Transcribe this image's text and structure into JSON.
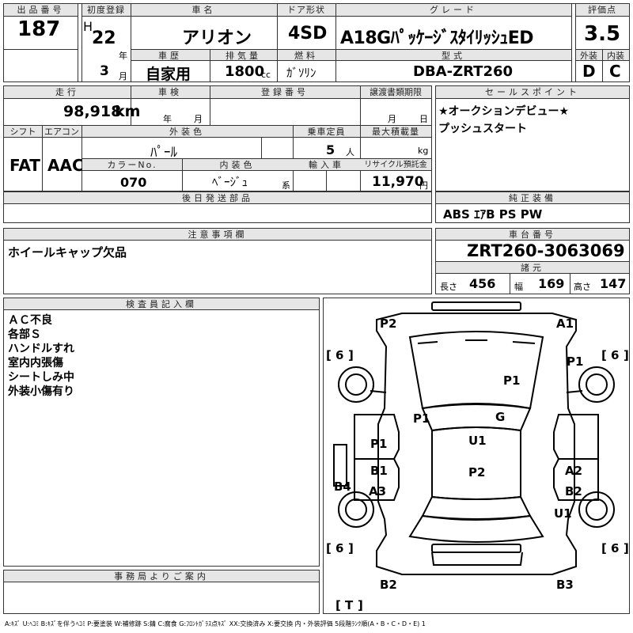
{
  "top": {
    "lot_no_label": "出品番号",
    "lot_no": "187",
    "first_reg_label": "初度登録",
    "era": "H",
    "year": "22",
    "year_unit": "年",
    "month": "3",
    "month_unit": "月",
    "model_label": "車名",
    "model": "アリオン",
    "door_label": "ドア形状",
    "door": "4SD",
    "grade_label": "グレード",
    "grade": "A18GﾊﾟｯｹｰｼﾞｽﾀｲﾘｯｼｭED",
    "score_label": "評価点",
    "score": "3.5",
    "history_label": "車歴",
    "history": "自家用",
    "displacement_label": "排気量",
    "displacement": "1800",
    "displacement_unit": "cc",
    "fuel_label": "燃料",
    "fuel": "ｶﾞｿﾘﾝ",
    "type_label": "型式",
    "type": "DBA-ZRT260",
    "exterior_label": "外装",
    "exterior": "D",
    "interior_label": "内装",
    "interior": "C"
  },
  "mid": {
    "mileage_label": "走行",
    "mileage": "98,918",
    "mileage_unit": "km",
    "inspection_label": "車検",
    "insp_year": "年",
    "insp_month": "月",
    "reg_no_label": "登録番号",
    "transfer_label": "譲渡書類期限",
    "transfer_month": "月",
    "transfer_day": "日",
    "shift_label": "シフト",
    "shift": "FAT",
    "ac_label": "エアコン",
    "ac": "AAC",
    "color_label": "外装色",
    "color": "ﾊﾟｰﾙ",
    "capacity_label": "乗車定員",
    "capacity": "5",
    "capacity_unit": "人",
    "load_label": "最大積載量",
    "load_unit": "kg",
    "color_no_label": "カラーNo.",
    "color_no": "070",
    "int_color_label": "内装色",
    "int_color": "ﾍﾞｰｼﾞｭ",
    "int_color_unit": "系",
    "import_label": "輸入車",
    "recycle_label": "リサイクル預託金",
    "recycle": "11,970",
    "recycle_unit": "円",
    "later_parts_label": "後日発送部品",
    "sales_label": "セールスポイント",
    "sales_points": [
      "★オークションデビュー★",
      "プッシュスタート"
    ],
    "equip_label": "純正装備",
    "equip": "ABS ｴｱB PS PW"
  },
  "notes": {
    "caution_label": "注意事項欄",
    "caution": "ホイールキャップ欠品",
    "chassis_label": "車台番号",
    "chassis": "ZRT260-3063069",
    "spec_label": "諸元",
    "length_label": "長さ",
    "length": "456",
    "width_label": "幅",
    "width": "169",
    "height_label": "高さ",
    "height": "147"
  },
  "inspector": {
    "label": "検査員記入欄",
    "lines": [
      "ＡＣ不良",
      "各部Ｓ",
      "ハンドルすれ",
      "室内内張傷",
      "シートしみ中",
      "外装小傷有り"
    ]
  },
  "office": {
    "label": "事務局よりご案内"
  },
  "diagram": {
    "marks": [
      "P2",
      "A1",
      "P1",
      "P1",
      "P1",
      "G",
      "U1",
      "P1",
      "B1",
      "A3",
      "P2",
      "A2",
      "B2",
      "B4",
      "U1",
      "B2",
      "B3"
    ],
    "tires": [
      "6",
      "6",
      "6",
      "6"
    ],
    "spare": "T"
  },
  "legend": "A:ｷｽﾞ U:ﾍｺﾐ B:ｷｽﾞを伴うﾍｺﾐ P:要塗装 W:補修跡 S:錆 C:腐食 G:ﾌﾛﾝﾄｶﾞﾗｽ点ｷｽﾞ XX:交換済み X:要交換 内・外装評価 5段階ﾗﾝｸ順(A・B・C・D・E) 1"
}
